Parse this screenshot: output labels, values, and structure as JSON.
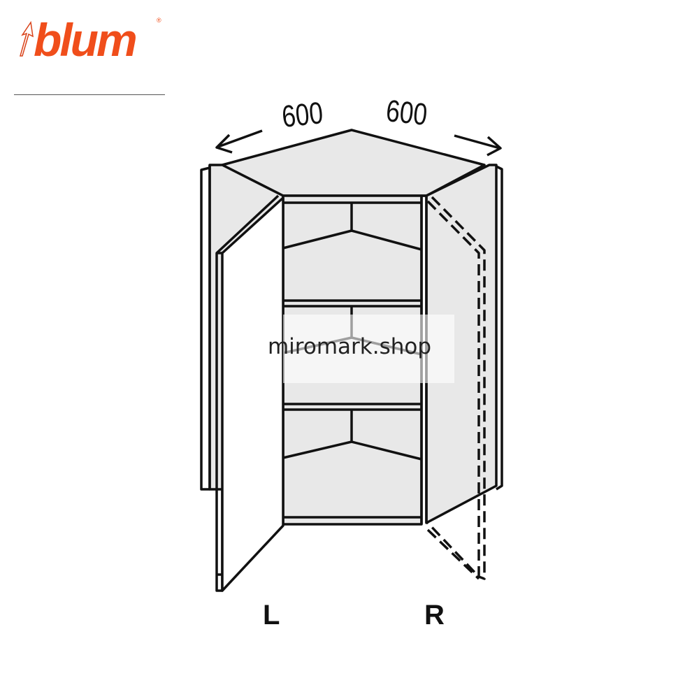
{
  "logo": {
    "text": "blum",
    "registered": "®",
    "color": "#f04e1b"
  },
  "dimensions": {
    "left_width": "600",
    "right_width": "600"
  },
  "labels": {
    "left": "L",
    "right": "R"
  },
  "watermark": "miromark.shop"
}
